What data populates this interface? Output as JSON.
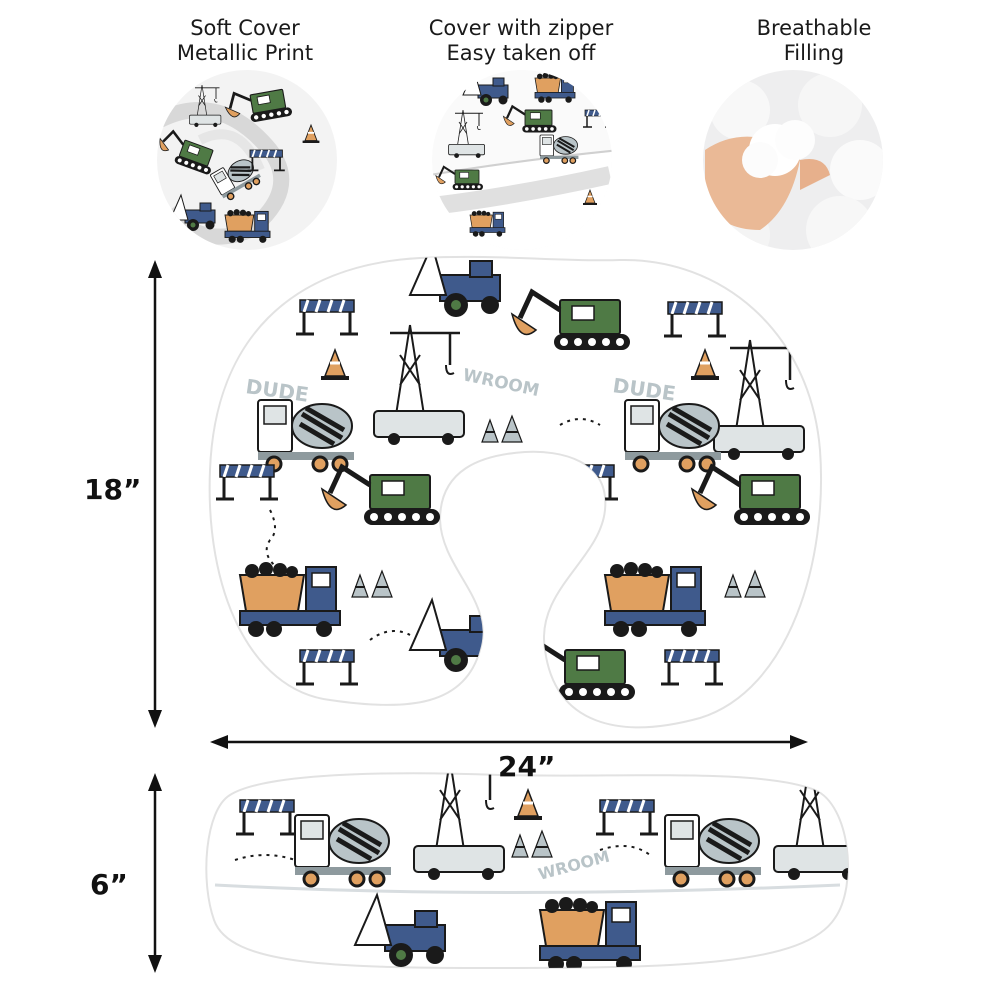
{
  "features": [
    {
      "line1": "Soft Cover",
      "line2": "Metallic Print"
    },
    {
      "line1": "Cover with zipper",
      "line2": "Easy taken off"
    },
    {
      "line1": "Breathable",
      "line2": "Filling"
    }
  ],
  "dimensions": {
    "height": "18”",
    "width": "24”",
    "depth": "6”"
  },
  "print_words": {
    "dude": "DUDE",
    "wroom": "WROOM"
  },
  "colors": {
    "navy": "#3f5a8c",
    "green": "#4f7a45",
    "orange": "#e0a060",
    "grey": "#b9c4c8",
    "black": "#1a1a1a"
  }
}
